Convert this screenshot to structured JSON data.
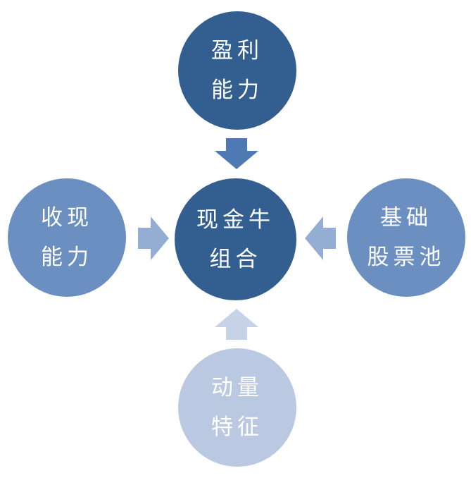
{
  "diagram": {
    "center": {
      "line1": "现金牛",
      "line2": "组合"
    },
    "top": {
      "line1": "盈利",
      "line2": "能力"
    },
    "left": {
      "line1": "收现",
      "line2": "能力"
    },
    "right": {
      "line1": "基础",
      "line2": "股票池"
    },
    "bottom": {
      "line1": "动量",
      "line2": "特征"
    }
  },
  "colors": {
    "center": "#335f90",
    "top": "#335f90",
    "left": "#6a8fc0",
    "right": "#6a8fc0",
    "bottom": "#bac8e2",
    "arrow_top": "#4e79b3",
    "arrow_side": "#94aed3",
    "arrow_bottom": "#c5d2e8"
  }
}
